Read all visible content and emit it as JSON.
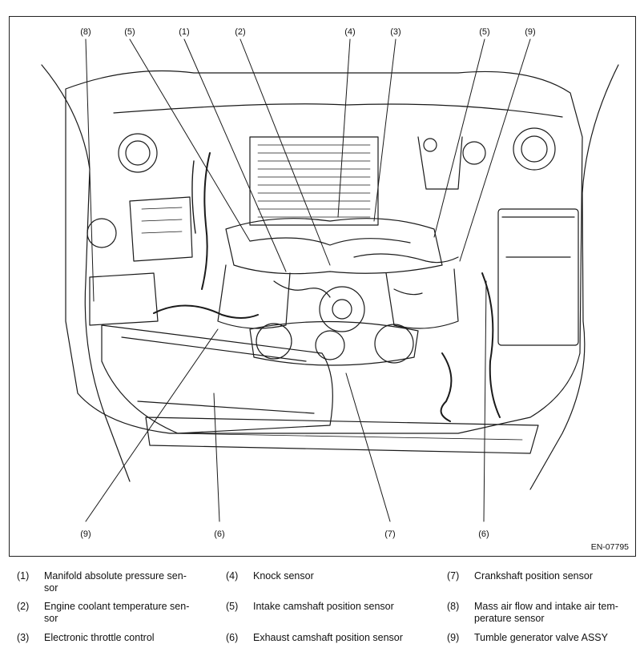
{
  "figure": {
    "id": "EN-07795",
    "callouts": [
      {
        "key": "c8-top",
        "label": "(8)"
      },
      {
        "key": "c5-top-left",
        "label": "(5)"
      },
      {
        "key": "c1-top",
        "label": "(1)"
      },
      {
        "key": "c2-top",
        "label": "(2)"
      },
      {
        "key": "c4-top",
        "label": "(4)"
      },
      {
        "key": "c3-top",
        "label": "(3)"
      },
      {
        "key": "c5-top-right",
        "label": "(5)"
      },
      {
        "key": "c9-top",
        "label": "(9)"
      },
      {
        "key": "c9-bottom",
        "label": "(9)"
      },
      {
        "key": "c6-bottom-left",
        "label": "(6)"
      },
      {
        "key": "c7-bottom",
        "label": "(7)"
      },
      {
        "key": "c6-bottom-right",
        "label": "(6)"
      }
    ]
  },
  "legend": [
    {
      "num": "(1)",
      "text": "Manifold absolute pressure sen-\nsor"
    },
    {
      "num": "(2)",
      "text": "Engine coolant temperature sen-\nsor"
    },
    {
      "num": "(3)",
      "text": "Electronic throttle control"
    },
    {
      "num": "(4)",
      "text": "Knock sensor"
    },
    {
      "num": "(5)",
      "text": "Intake camshaft position sensor"
    },
    {
      "num": "(6)",
      "text": "Exhaust camshaft position sensor"
    },
    {
      "num": "(7)",
      "text": "Crankshaft position sensor"
    },
    {
      "num": "(8)",
      "text": "Mass air flow and intake air tem-\nperature sensor"
    },
    {
      "num": "(9)",
      "text": "Tumble generator valve ASSY"
    }
  ]
}
